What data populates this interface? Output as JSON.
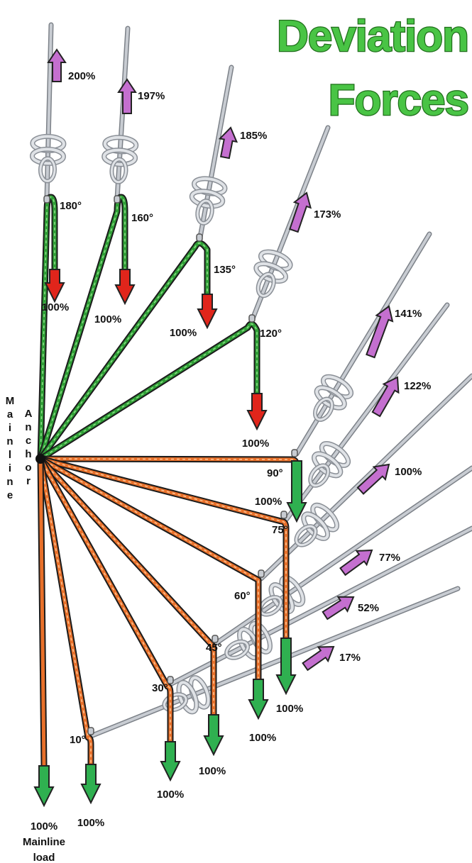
{
  "title": {
    "line1": "Deviation",
    "line2": "Forces"
  },
  "side_labels": {
    "mainline": "Mainline",
    "anchor": "Anchor"
  },
  "mainline_load": {
    "percent": "100%",
    "label_line1": "Mainline",
    "label_line2": "load"
  },
  "colors": {
    "title_fill": "#49c445",
    "high_angle_rope": "#2f9e36",
    "low_angle_rope": "#e8702a",
    "anchor_arrow": "#c46fcf",
    "load_arrow_high": "#e0251b",
    "load_arrow_low": "#2fb050",
    "anchor_rope": "#c8ccd2"
  },
  "deviations": [
    {
      "angle": "180°",
      "anchor_force": "200%",
      "load": "100%"
    },
    {
      "angle": "160°",
      "anchor_force": "197%",
      "load": "100%"
    },
    {
      "angle": "135°",
      "anchor_force": "185%",
      "load": "100%"
    },
    {
      "angle": "120°",
      "anchor_force": "173%",
      "load": "100%"
    },
    {
      "angle": "90°",
      "anchor_force": "141%",
      "load": "100%"
    },
    {
      "angle": "75°",
      "anchor_force": "122%",
      "load": "100%"
    },
    {
      "angle": "60°",
      "anchor_force": "100%",
      "load": "100%"
    },
    {
      "angle": "45°",
      "anchor_force": "77%",
      "load": "100%"
    },
    {
      "angle": "30°",
      "anchor_force": "52%",
      "load": "100%"
    },
    {
      "angle": "10°",
      "anchor_force": "17%",
      "load": "100%"
    }
  ]
}
